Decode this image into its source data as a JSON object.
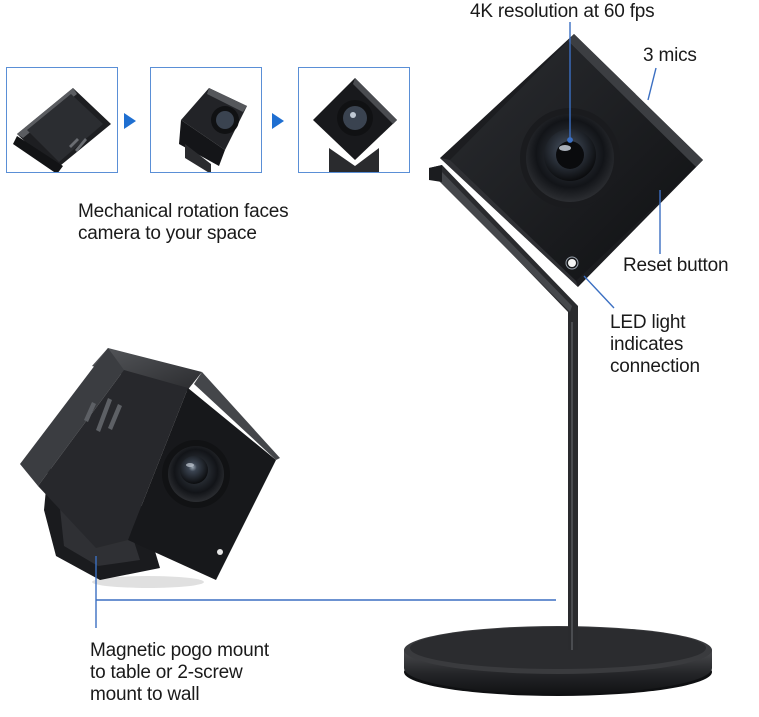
{
  "labels": {
    "resolution": "4K resolution at 60 fps",
    "mics": "3 mics",
    "reset": "Reset button",
    "led": [
      "LED light",
      "indicates",
      "connection"
    ],
    "rotation": [
      "Mechanical rotation faces",
      "camera to your space"
    ],
    "mount": [
      "Magnetic pogo mount",
      "to table or 2-screw",
      "mount to wall"
    ]
  },
  "colors": {
    "frame_border": "#5a8fd6",
    "arrow": "#1f6fd1",
    "leader_line": "#3b6fc2",
    "camera_body": "#2a2b2e",
    "camera_face": "#141518"
  },
  "icons": {
    "arrow_1": "play-triangle",
    "arrow_2": "play-triangle"
  }
}
